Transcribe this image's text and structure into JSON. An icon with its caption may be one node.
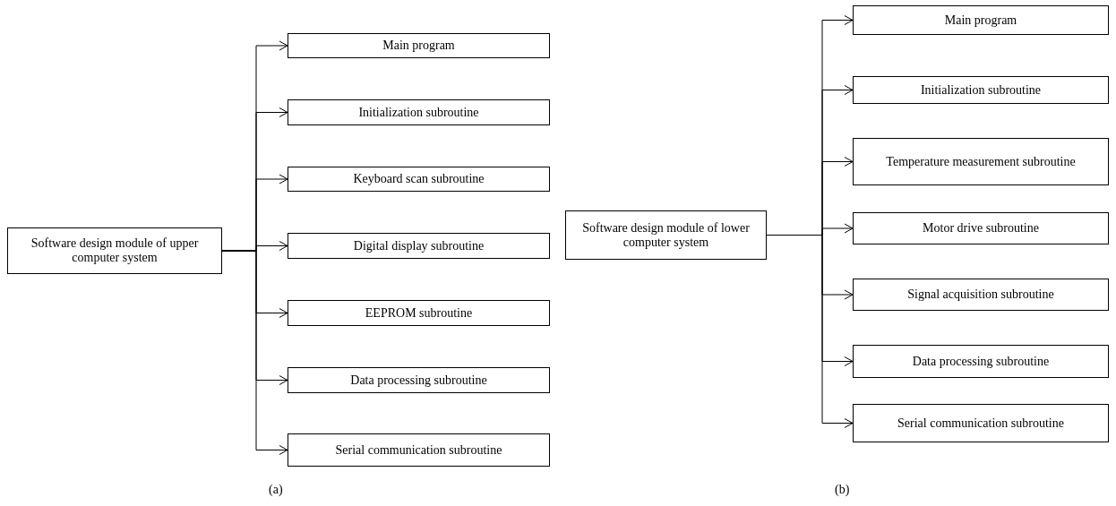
{
  "diagram": {
    "nodes": [
      {
        "text": [
          "Software design module of upper computer system"
        ]
      },
      {
        "text": [
          "Main program"
        ]
      },
      {
        "text": [
          "Initialization subroutine"
        ]
      },
      {
        "text": [
          "Keyboard scan subroutine"
        ]
      },
      {
        "text": [
          "Digital display subroutine"
        ]
      },
      {
        "text": [
          "EEPROM subroutine"
        ]
      },
      {
        "text": [
          "Data processing subroutine"
        ]
      },
      {
        "text": [
          "Serial communication subroutine"
        ]
      },
      {
        "text": [
          "Software design module of lower computer system"
        ]
      },
      {
        "text": [
          "Main program"
        ]
      },
      {
        "text": [
          "Initialization subroutine"
        ]
      },
      {
        "text": [
          "Temperature measurement subroutine"
        ]
      },
      {
        "text": [
          "Motor drive subroutine"
        ]
      },
      {
        "text": [
          "Signal acquisition subroutine"
        ]
      },
      {
        "text": [
          "Data processing subroutine"
        ]
      },
      {
        "text": [
          "Serial communication subroutine"
        ]
      }
    ],
    "edges": [
      {
        "from": 0,
        "to": 1,
        "arrow": "to"
      },
      {
        "from": 0,
        "to": 2,
        "arrow": "to"
      },
      {
        "from": 0,
        "to": 3,
        "arrow": "to"
      },
      {
        "from": 0,
        "to": 4,
        "arrow": "to"
      },
      {
        "from": 0,
        "to": 5,
        "arrow": "to"
      },
      {
        "from": 0,
        "to": 6,
        "arrow": "to"
      },
      {
        "from": 0,
        "to": 7,
        "arrow": "to"
      },
      {
        "from": 8,
        "to": 9,
        "arrow": "to"
      },
      {
        "from": 8,
        "to": 10,
        "arrow": "to"
      },
      {
        "from": 8,
        "to": 11,
        "arrow": "to"
      },
      {
        "from": 8,
        "to": 12,
        "arrow": "to"
      },
      {
        "from": 8,
        "to": 13,
        "arrow": "to"
      },
      {
        "from": 8,
        "to": 14,
        "arrow": "to"
      },
      {
        "from": 8,
        "to": 15,
        "arrow": "to"
      }
    ],
    "labels": [
      "(a)",
      "(b)"
    ]
  }
}
